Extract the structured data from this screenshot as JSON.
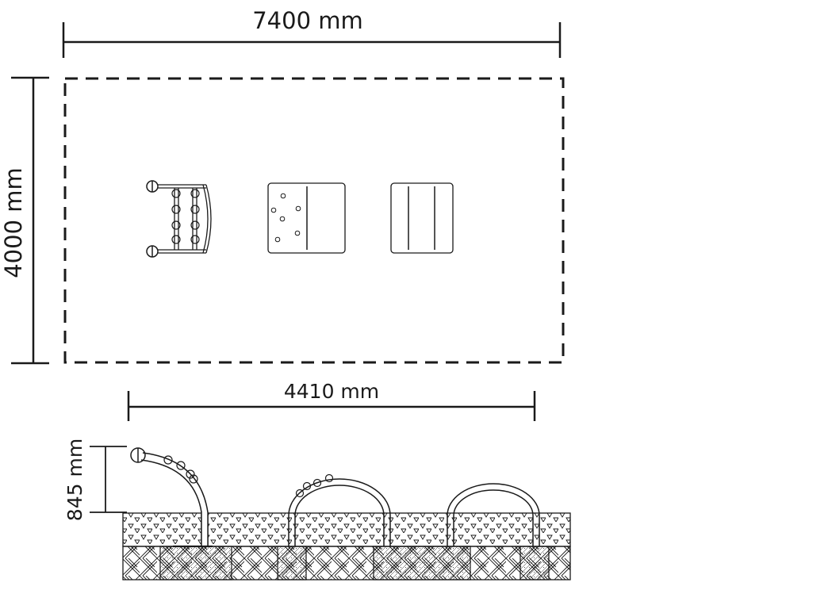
{
  "dimensions": {
    "overall_width": "7400 mm",
    "overall_depth": "4000 mm",
    "equipment_length": "4410 mm",
    "height": "845 mm"
  },
  "colors": {
    "line": "#1a1a1a",
    "background": "#ffffff"
  },
  "elements": [
    "arch-with-handles-and-knobs",
    "arch-with-dots",
    "arch-with-lines"
  ]
}
